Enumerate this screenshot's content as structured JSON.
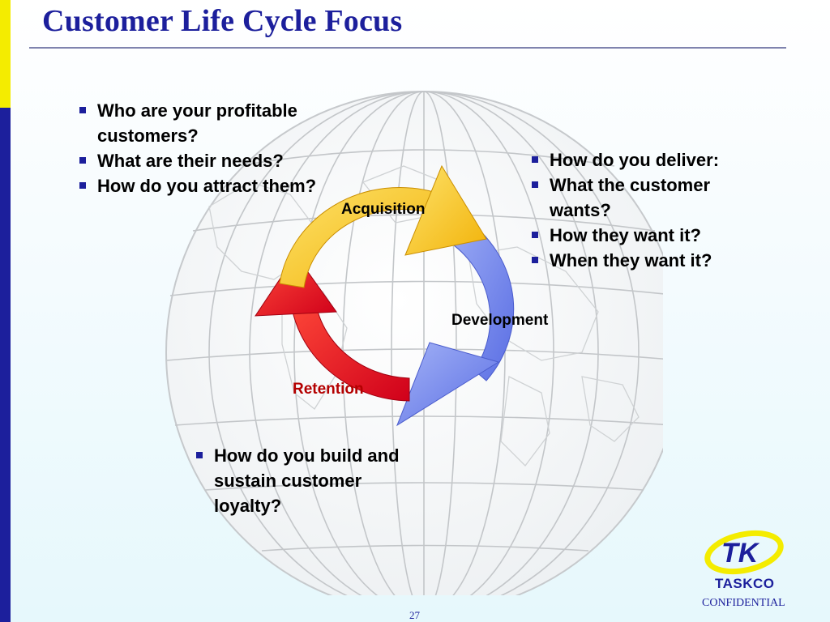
{
  "slide": {
    "title": "Customer Life Cycle Focus",
    "page_number": "27",
    "confidential": "CONFIDENTIAL"
  },
  "logo": {
    "mark": "TK",
    "word": "TASKCO"
  },
  "cycle": {
    "stages": [
      {
        "label": "Acquisition",
        "color": "#f7c61a"
      },
      {
        "label": "Development",
        "color": "#6f84ee"
      },
      {
        "label": "Retention",
        "color": "#e8101c"
      }
    ]
  },
  "questions": {
    "acquisition": [
      "Who are your profitable customers?",
      "What are their needs?",
      "How do you attract them?"
    ],
    "development": [
      "How do you deliver:",
      "What the customer wants?",
      "How they want it?",
      "When they want it?"
    ],
    "retention": [
      "How do you build and sustain customer loyalty?"
    ]
  },
  "colors": {
    "title_blue": "#1c1f9c",
    "accent_yellow": "#f4ec00"
  }
}
